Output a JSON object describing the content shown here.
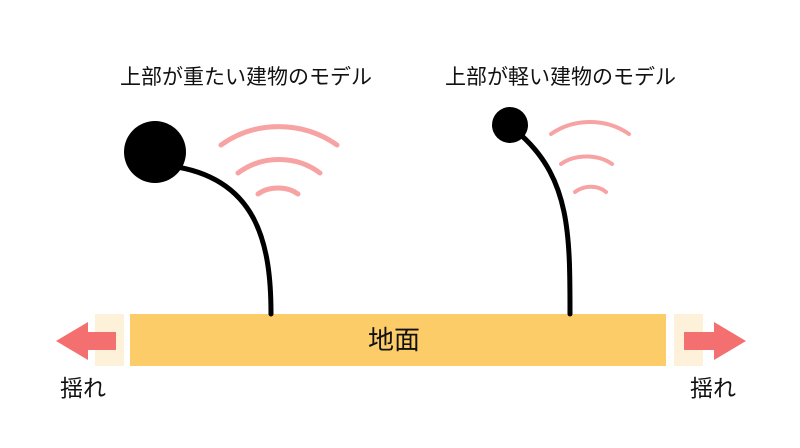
{
  "models": {
    "heavy_top_label": "上部が重たい建物のモデル",
    "light_top_label": "上部が軽い建物のモデル"
  },
  "ground": {
    "label": "地面"
  },
  "shake": {
    "left_label": "揺れ",
    "right_label": "揺れ"
  },
  "colors": {
    "ground_fill": "#fccc69",
    "ground_side_fill": "#fdf2d9",
    "arrow": "#f46f6f",
    "vibration_waves": "#f8a3a3",
    "building": "#000000",
    "text": "#111111"
  },
  "icons": {
    "left_shake": "arrow-left-icon",
    "right_shake": "arrow-right-icon",
    "vibration": "vibration-wave-icon"
  }
}
